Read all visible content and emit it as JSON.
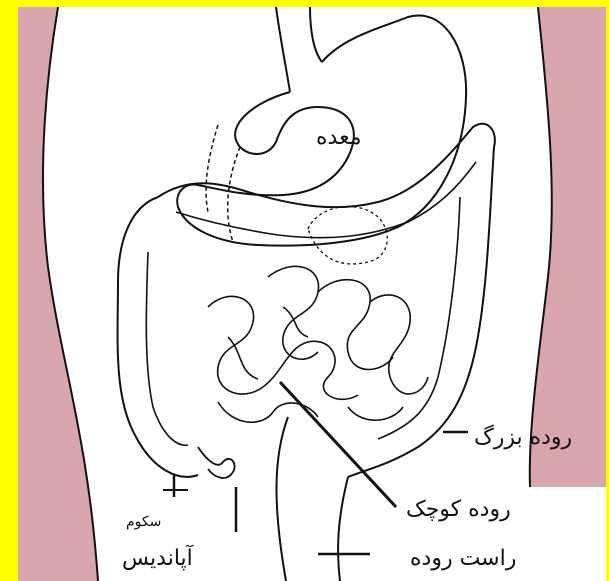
{
  "labels": {
    "stomach": "معده",
    "large_intestine": "روده بزرگ",
    "small_intestine": "روده کوچک",
    "cecum": "سکوم",
    "appendix": "آپاندیس",
    "rectum": "راست روده"
  },
  "colors": {
    "border": "#ffff00",
    "body_side": "#d9a6ae",
    "line": "#111111",
    "background": "#ffffff"
  }
}
